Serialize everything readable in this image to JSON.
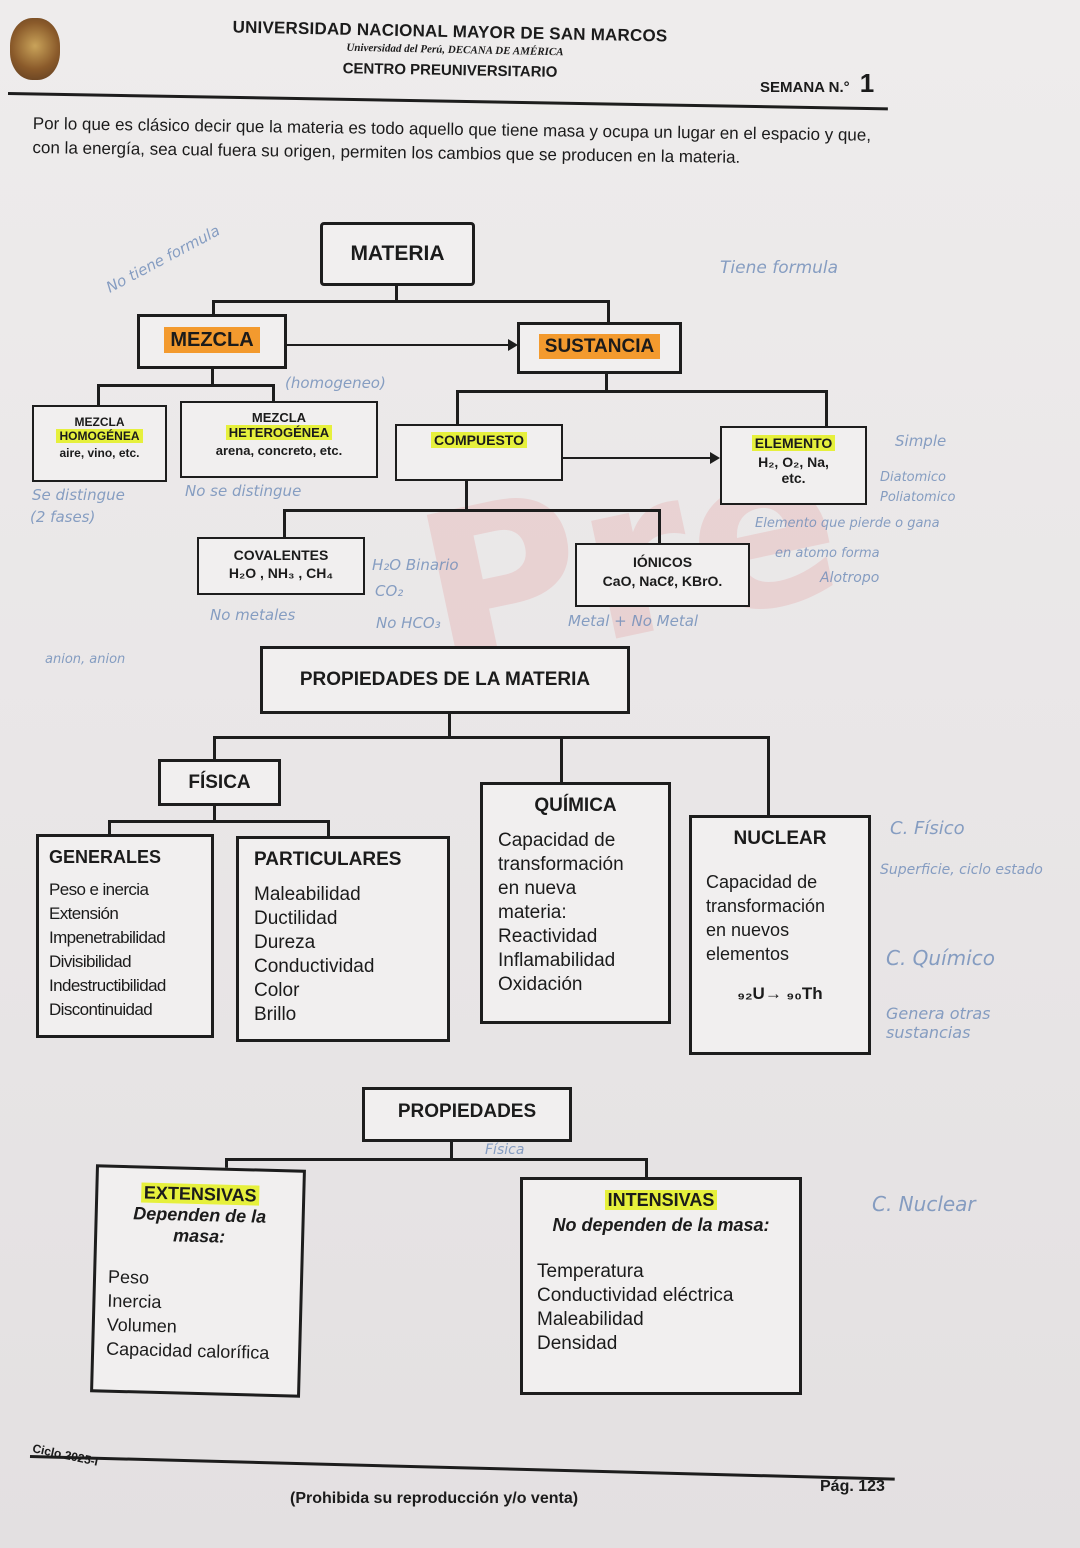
{
  "header": {
    "university": "UNIVERSIDAD NACIONAL MAYOR DE SAN MARCOS",
    "subtitle": "Universidad del Perú, DECANA DE AMÉRICA",
    "center": "CENTRO PREUNIVERSITARIO",
    "week_label": "SEMANA N.°",
    "week_number": "1"
  },
  "intro_text": "Por lo que es clásico decir que la materia es todo aquello que tiene masa y ocupa un lugar en el espacio y que, con la energía, sea cual fuera su origen, permiten los cambios que se producen en la materia.",
  "materia_tree": {
    "root": "MATERIA",
    "mezcla": "MEZCLA",
    "sustancia": "SUSTANCIA",
    "mezcla_homogenea": {
      "title1": "MEZCLA",
      "title2": "HOMOGÉNEA",
      "examples": "aire, vino, etc."
    },
    "mezcla_heterogenea": {
      "title1": "MEZCLA",
      "title2": "HETEROGÉNEA",
      "examples": "arena, concreto, etc."
    },
    "compuesto": "COMPUESTO",
    "elemento": {
      "title": "ELEMENTO",
      "examples": "H₂, O₂, Na,",
      "etc": "etc."
    },
    "covalentes": {
      "title": "COVALENTES",
      "examples": "H₂O , NH₃ , CH₄"
    },
    "ionicos": {
      "title": "IÓNICOS",
      "examples": "CaO, NaCℓ, KBrO."
    }
  },
  "propiedades_materia": {
    "title": "PROPIEDADES DE LA MATERIA",
    "fisica": "FÍSICA",
    "generales": {
      "title": "GENERALES",
      "items": [
        "Peso e inercia",
        "Extensión",
        "Impenetrabilidad",
        "Divisibilidad",
        "Indestructibilidad",
        "Discontinuidad"
      ]
    },
    "particulares": {
      "title": "PARTICULARES",
      "items": [
        "Maleabilidad",
        "Ductilidad",
        "Dureza",
        "Conductividad",
        "Color",
        "Brillo"
      ]
    },
    "quimica": {
      "title": "QUÍMICA",
      "items": [
        "Capacidad de",
        "transformación",
        "en nueva",
        "materia:",
        "Reactividad",
        "Inflamabilidad",
        "Oxidación"
      ]
    },
    "nuclear": {
      "title": "NUCLEAR",
      "items": [
        "Capacidad de",
        "transformación",
        "en nuevos",
        "elementos"
      ],
      "reaction": "₉₂U→ ₉₀Th"
    }
  },
  "propiedades": {
    "title": "PROPIEDADES",
    "extensivas": {
      "title": "EXTENSIVAS",
      "subtitle1": "Dependen de la",
      "subtitle2": "masa:",
      "items": [
        "Peso",
        "Inercia",
        "Volumen",
        "Capacidad calorífica"
      ]
    },
    "intensivas": {
      "title": "INTENSIVAS",
      "subtitle": "No dependen de la masa:",
      "items": [
        "Temperatura",
        "Conductividad eléctrica",
        "Maleabilidad",
        "Densidad"
      ]
    }
  },
  "handwritten": {
    "tiene_formula": "Tiene formula",
    "no_tiene_formula": "No tiene formula",
    "homogeneo": "(homogeneo)",
    "se_distingue": "Se distingue",
    "fases": "(2 fases)",
    "no_se_distingue": "No se distingue",
    "simple": "Simple",
    "diatomico": "Diatomico",
    "poliatomico": "Poliatomico",
    "elemento_que": "Elemento que pierde o gana",
    "atomo_forma": "en atomo forma",
    "alotropo": "Alotropo",
    "binario": "H₂O Binario",
    "co2": "CO₂",
    "no_metales": "No metales",
    "hco3": "No HCO₃",
    "metal_no_metal": "Metal + No Metal",
    "anion": "anion, anion",
    "c_fisico": "C. Físico",
    "superficie": "Superficie, ciclo estado",
    "c_quimico": "C. Químico",
    "genera_otras": "Genera otras sustancias",
    "c_nuclear": "C. Nuclear",
    "fisica_note": "Física"
  },
  "watermark": "Pre",
  "footer": {
    "cycle": "Ciclo 2025-I",
    "notice": "(Prohibida su reproducción y/o venta)",
    "page": "Pág. 123"
  }
}
